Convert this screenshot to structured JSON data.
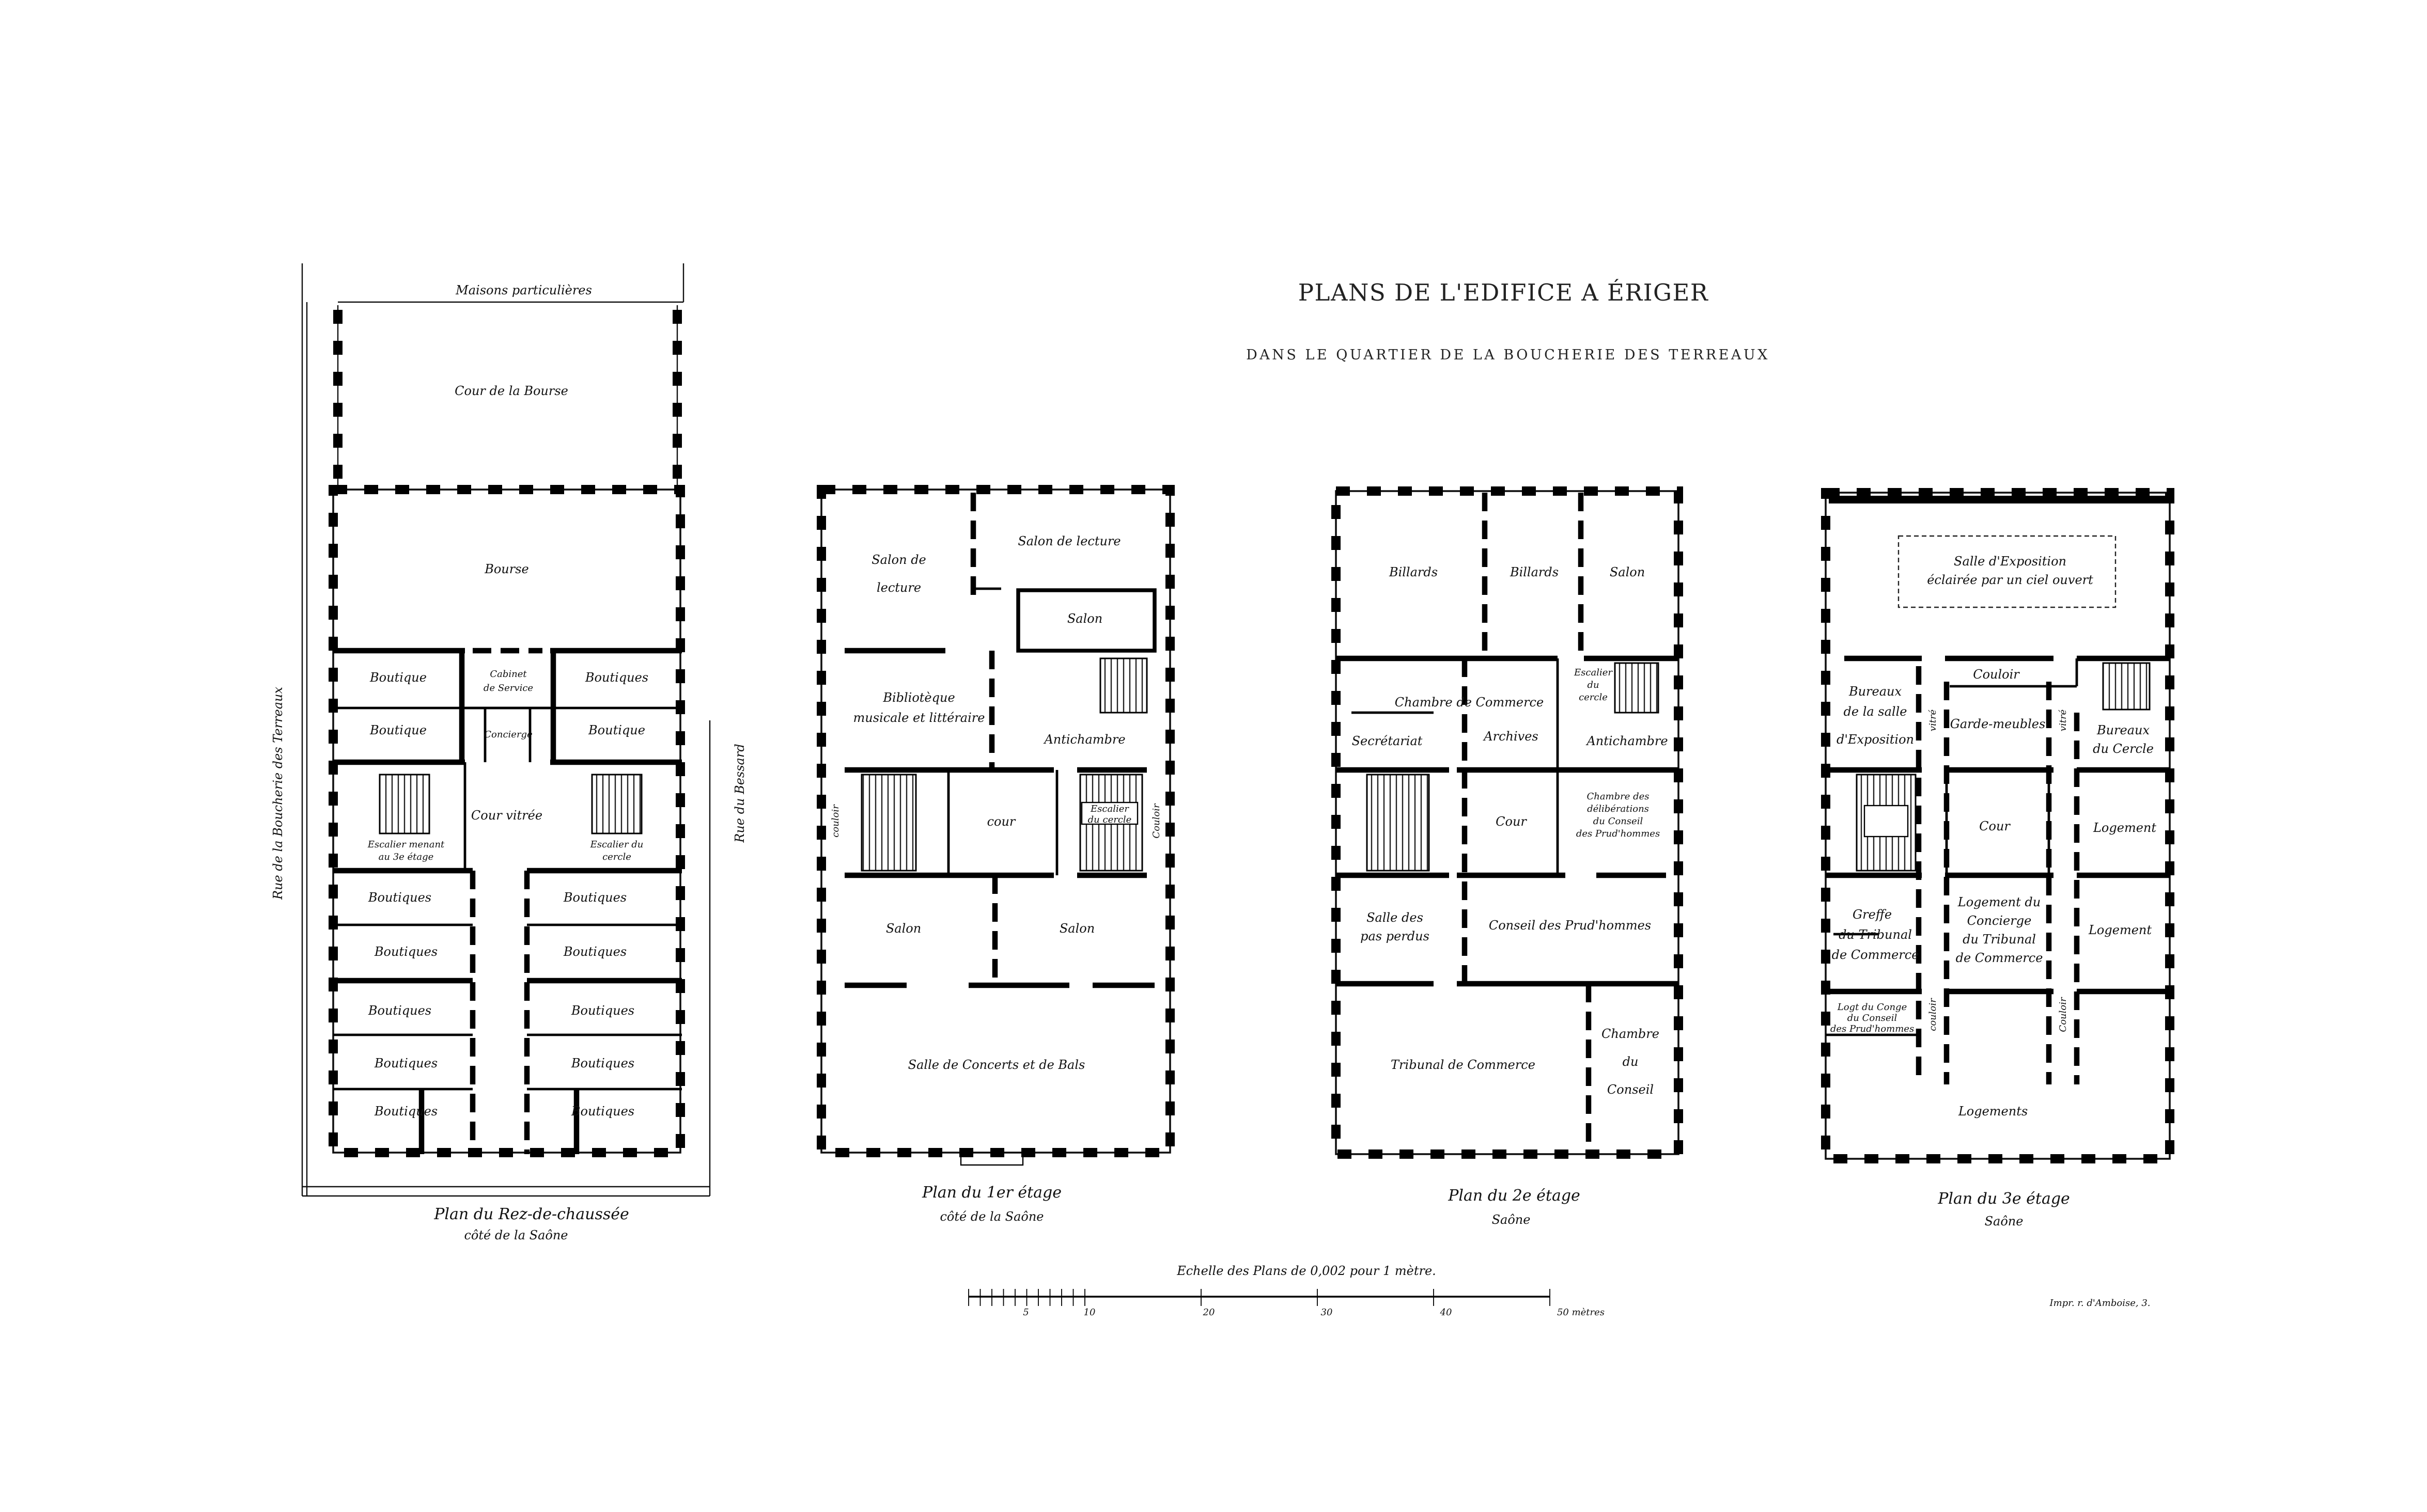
{
  "title": "PLANS DE L'EDIFICE A ÉRIGER",
  "subtitle": "DANS LE QUARTIER DE LA BOUCHERIE DES TERREAUX",
  "streets": {
    "top": "Maisons particulières",
    "left": "Rue de la Boucherie des Terreaux",
    "right": "Rue du Bessard"
  },
  "plans": [
    {
      "caption": [
        "Plan du Rez-de-chaussée",
        "côté de la Saône"
      ],
      "rooms": {
        "cour": "Cour de la Bourse",
        "bourse": "Bourse",
        "boutique_l1": "Boutique",
        "boutique_l2": "Boutique",
        "cabinet": [
          "Cabinet",
          "de Service"
        ],
        "concierge": "Concierge",
        "boutique_r1": "Boutiques",
        "boutique_r2": "Boutique",
        "escalier_l": [
          "Escalier menant",
          "au 3e étage"
        ],
        "cour_vitree": "Cour vitrée",
        "escalier_r": [
          "Escalier du",
          "cercle"
        ],
        "rows_left": [
          "Boutiques",
          "Boutiques",
          "Boutiques",
          "Boutiques",
          "Boutiques"
        ],
        "rows_right": [
          "Boutiques",
          "Boutiques",
          "Boutiques",
          "Boutiques",
          "Boutiques"
        ]
      }
    },
    {
      "caption": [
        "Plan du 1er étage",
        "côté de la Saône"
      ],
      "rooms": {
        "salon_lecture_l": [
          "Salon de",
          "lecture"
        ],
        "salon_lecture_r": "Salon de lecture",
        "salon_top": "Salon",
        "bibliotheque": [
          "Bibliotèque",
          "musicale et littéraire"
        ],
        "antichambre": "Antichambre",
        "couloir_l": "couloir",
        "cour": "cour",
        "escalier": [
          "Escalier",
          "du cercle"
        ],
        "couloir_r": "Couloir",
        "salon_l": "Salon",
        "salon_r": "Salon",
        "salle_concerts": "Salle de Concerts et de Bals"
      }
    },
    {
      "caption": [
        "Plan du 2e étage",
        "Saône"
      ],
      "rooms": {
        "billards_1": "Billards",
        "billards_2": "Billards",
        "salon": "Salon",
        "chambre_commerce": "Chambre de Commerce",
        "secretariat": "Secrétariat",
        "archives": "Archives",
        "escalier": [
          "Escalier",
          "du",
          "cercle"
        ],
        "antichambre": "Antichambre",
        "cour": "Cour",
        "chambre_deliberations": [
          "Chambre des",
          "délibérations",
          "du Conseil",
          "des Prud'hommes"
        ],
        "salle_pas_perdus": [
          "Salle des",
          "pas perdus"
        ],
        "conseil_prudhommes": "Conseil des Prud'hommes",
        "tribunal": "Tribunal de Commerce",
        "chambre_conseil": [
          "Chambre",
          "du",
          "Conseil"
        ]
      }
    },
    {
      "caption": [
        "Plan du 3e étage",
        "Saône"
      ],
      "rooms": {
        "salle_exposition": [
          "Salle d'Exposition",
          "éclairée par un ciel ouvert"
        ],
        "couloir_top": "Couloir",
        "bureaux_exposition": [
          "Bureaux",
          "de la salle",
          "d'Exposition"
        ],
        "vitre_l": "vitré",
        "garde_meubles": "Garde-meubles",
        "vitre_r": "vitré",
        "bureaux_cercle": [
          "Bureaux",
          "du Cercle"
        ],
        "cour": "Cour",
        "logement_1": "Logement",
        "greffe": [
          "Greffe",
          "du Tribunal",
          "de Commerce"
        ],
        "logement_concierge": [
          "Logement du",
          "Concierge",
          "du Tribunal",
          "de Commerce"
        ],
        "logement_2": "Logement",
        "log_concierge_conseil": [
          "Logt du Conge",
          "du Conseil",
          "des Prud'hommes"
        ],
        "couloir_l": "couloir",
        "couloir_r": "Couloir",
        "logements": "Logements"
      }
    }
  ],
  "scale": {
    "label": "Echelle des Plans de 0,002 pour 1 mètre.",
    "ticks": [
      "5",
      "10",
      "20",
      "30",
      "40",
      "50 mètres"
    ]
  },
  "imprint": "Impr. r. d'Amboise, 3."
}
